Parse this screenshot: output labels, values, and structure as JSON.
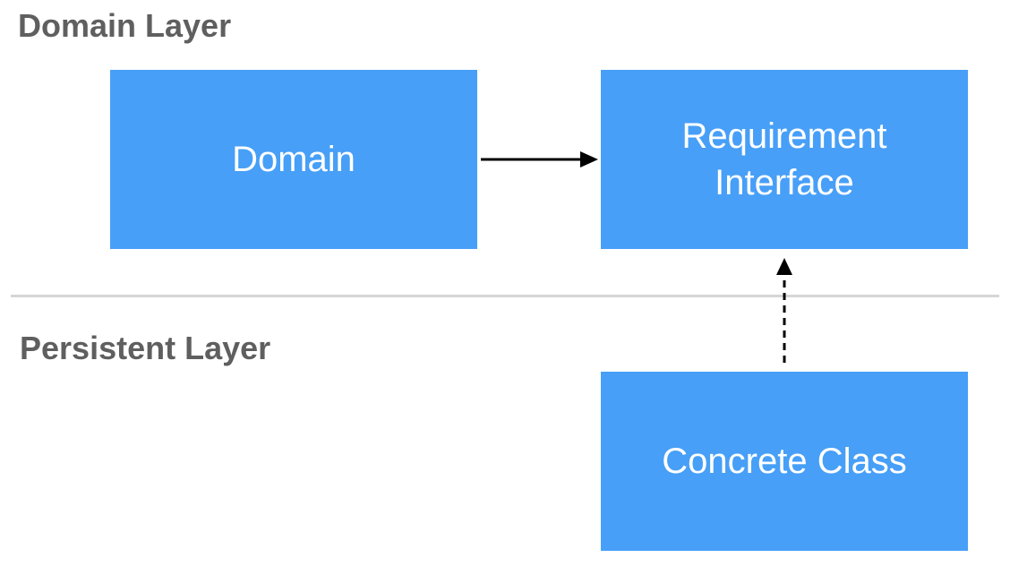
{
  "layers": {
    "domain": {
      "title": "Domain Layer"
    },
    "persistent": {
      "title": "Persistent Layer"
    }
  },
  "boxes": {
    "domain": {
      "label": "Domain"
    },
    "requirement": {
      "line1": "Requirement",
      "line2": "Interface"
    },
    "concrete": {
      "label": "Concrete Class"
    }
  },
  "colors": {
    "box_fill": "#479ff7",
    "box_text": "#ffffff",
    "layer_title": "#5f5f5f",
    "divider": "#d6d6d6",
    "arrow": "#000000"
  },
  "connections": [
    {
      "from": "domain",
      "to": "requirement",
      "style": "solid"
    },
    {
      "from": "concrete",
      "to": "requirement",
      "style": "dashed"
    }
  ]
}
